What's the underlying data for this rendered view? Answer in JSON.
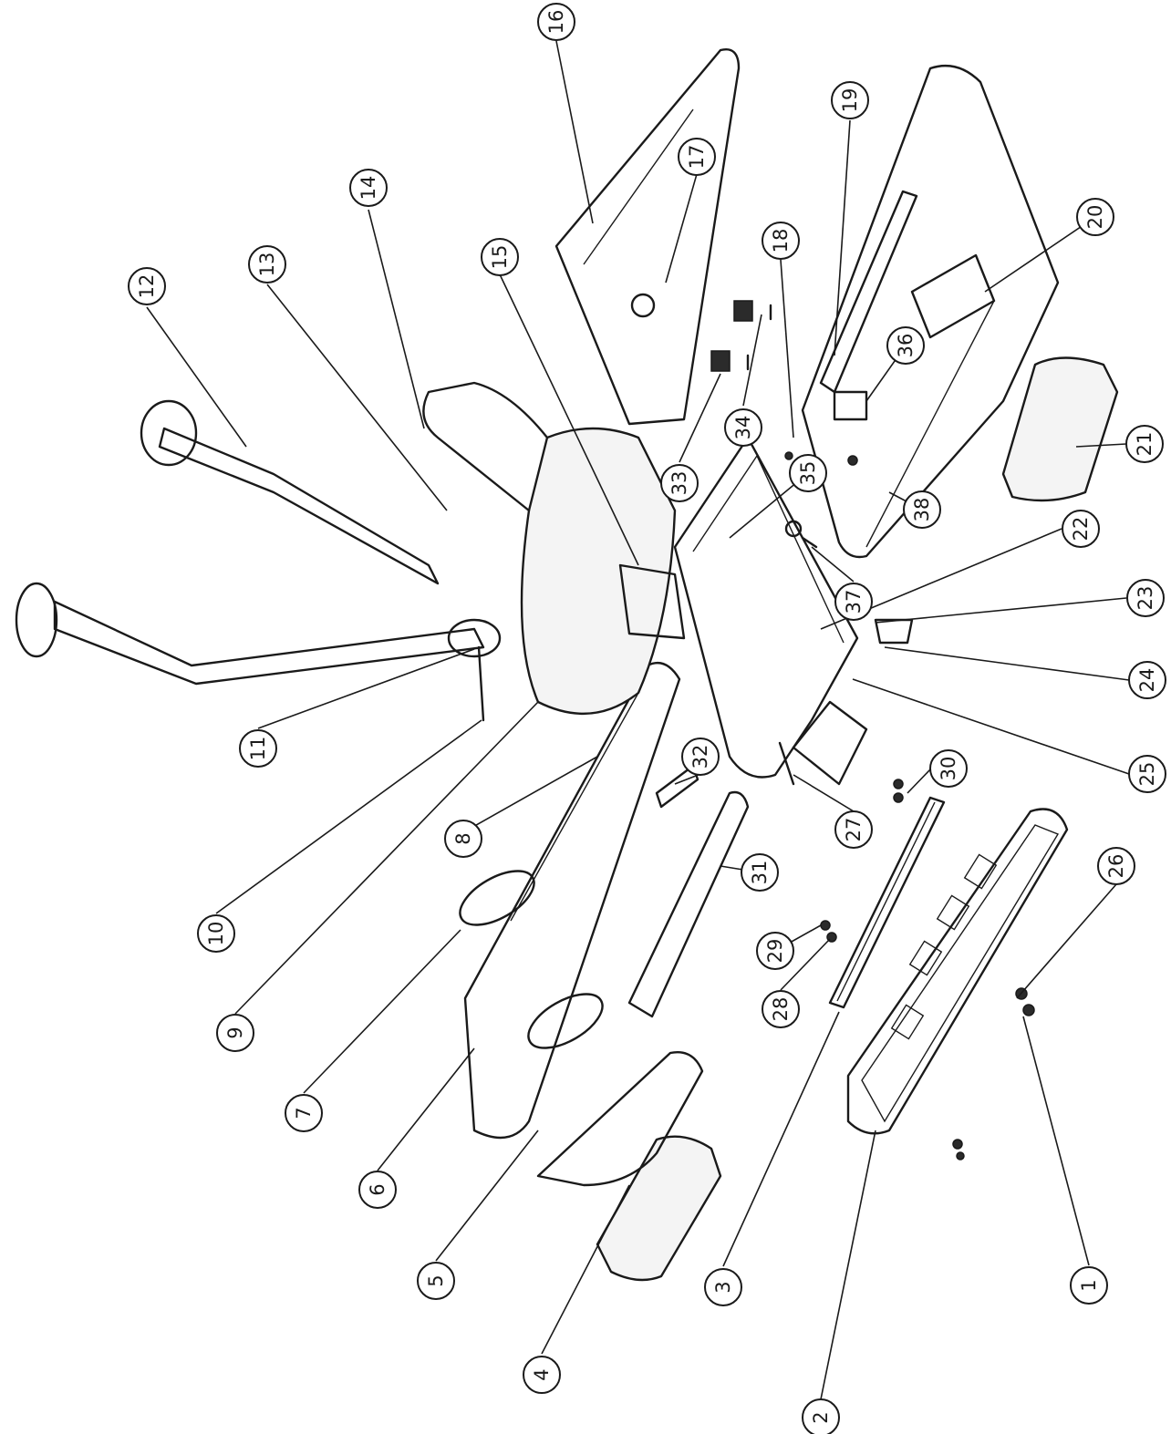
{
  "callouts": [
    {
      "id": "1",
      "label": "1"
    },
    {
      "id": "2",
      "label": "2"
    },
    {
      "id": "3",
      "label": "3"
    },
    {
      "id": "4",
      "label": "4"
    },
    {
      "id": "5",
      "label": "5"
    },
    {
      "id": "6",
      "label": "6"
    },
    {
      "id": "7",
      "label": "7"
    },
    {
      "id": "8",
      "label": "8"
    },
    {
      "id": "9",
      "label": "9"
    },
    {
      "id": "10",
      "label": "10"
    },
    {
      "id": "11",
      "label": "11"
    },
    {
      "id": "12",
      "label": "12"
    },
    {
      "id": "13",
      "label": "13"
    },
    {
      "id": "14",
      "label": "14"
    },
    {
      "id": "15",
      "label": "15"
    },
    {
      "id": "16",
      "label": "16"
    },
    {
      "id": "17",
      "label": "17"
    },
    {
      "id": "18",
      "label": "18"
    },
    {
      "id": "19",
      "label": "19"
    },
    {
      "id": "20",
      "label": "20"
    },
    {
      "id": "21",
      "label": "21"
    },
    {
      "id": "22",
      "label": "22"
    },
    {
      "id": "23",
      "label": "23"
    },
    {
      "id": "24",
      "label": "24"
    },
    {
      "id": "25",
      "label": "25"
    },
    {
      "id": "26",
      "label": "26"
    },
    {
      "id": "27",
      "label": "27"
    },
    {
      "id": "28",
      "label": "28"
    },
    {
      "id": "29",
      "label": "29"
    },
    {
      "id": "30",
      "label": "30"
    },
    {
      "id": "31",
      "label": "31"
    },
    {
      "id": "32",
      "label": "32"
    },
    {
      "id": "33",
      "label": "33"
    },
    {
      "id": "34",
      "label": "34"
    },
    {
      "id": "35",
      "label": "35"
    },
    {
      "id": "36",
      "label": "36"
    },
    {
      "id": "37",
      "label": "37"
    },
    {
      "id": "38",
      "label": "38"
    }
  ],
  "colors": {
    "ink": "#1a1a1a",
    "paper": "#ffffff"
  }
}
